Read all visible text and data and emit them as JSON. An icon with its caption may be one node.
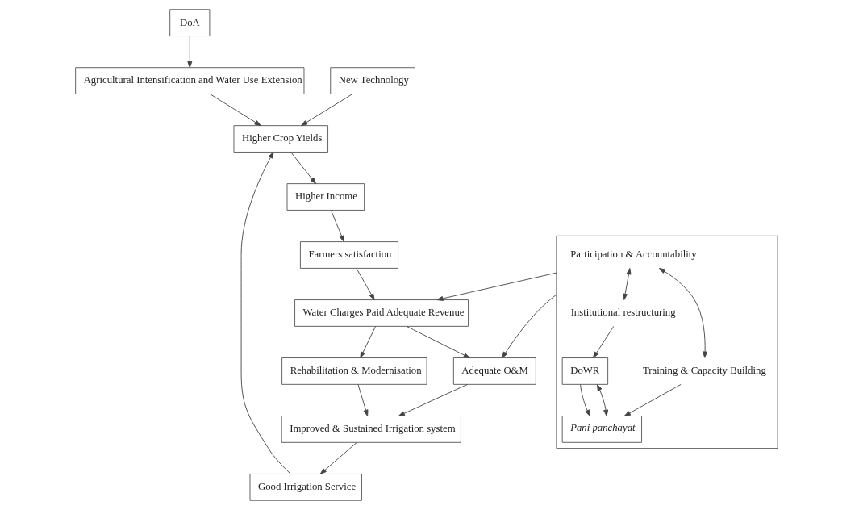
{
  "diagram": {
    "nodes": [
      {
        "text": [
          "DoA"
        ]
      },
      {
        "text": [
          "Agricultural Intensification and Water Use Extension"
        ]
      },
      {
        "text": [
          "Good Irrigation Service"
        ]
      },
      {
        "text": [
          "New Technology"
        ]
      },
      {
        "text": [
          "Improved & Sustained Irrigation system"
        ]
      },
      {
        "text": [
          "Higher Crop Yields"
        ]
      },
      {
        "text": [],
        "shape": "box"
      },
      {
        "text": [
          "Participation & Accountability"
        ],
        "in": 6
      },
      {
        "text": [
          "Institutional restructuring"
        ],
        "in": 6
      },
      {
        "text": [
          "Training & Capacity Building"
        ],
        "in": 6
      },
      {
        "text": [
          "DoWR"
        ],
        "in": 6
      },
      {
        "text": [
          "Pani panchayat"
        ],
        "in": 6
      },
      {
        "text": [
          "Rehabilitation & Modernisation"
        ]
      },
      {
        "text": [
          "Higher Income"
        ]
      },
      {
        "text": [
          "Adequate O&M"
        ]
      },
      {
        "text": [
          "Farmers satisfaction"
        ]
      },
      {
        "text": [
          "Water Charges Paid Adequate Revenue"
        ]
      }
    ],
    "edges": [
      {
        "from": 0,
        "to": 1,
        "arrow": "to"
      },
      {
        "from": 2,
        "to": 5,
        "arrow": "to"
      },
      {
        "from": 1,
        "to": 5,
        "arrow": "to"
      },
      {
        "from": 3,
        "to": 5,
        "arrow": "to"
      },
      {
        "from": 4,
        "to": 2,
        "arrow": "to"
      },
      {
        "from": 7,
        "to": 8,
        "arrow": "both"
      },
      {
        "from": 7,
        "to": 9,
        "arrow": "both"
      },
      {
        "from": 8,
        "to": 10,
        "arrow": "to"
      },
      {
        "from": 9,
        "to": 11,
        "arrow": "to"
      },
      {
        "from": 10,
        "to": 11,
        "arrow": "to"
      },
      {
        "from": 10,
        "to": 11,
        "arrow": "both"
      },
      {
        "from": 6,
        "to": 16,
        "arrow": "to"
      },
      {
        "from": 6,
        "to": 14,
        "arrow": "to"
      },
      {
        "from": 16,
        "to": 14,
        "arrow": "to"
      },
      {
        "from": 16,
        "to": 12,
        "arrow": "to"
      },
      {
        "from": 12,
        "to": 4,
        "arrow": "to"
      },
      {
        "from": 14,
        "to": 4,
        "arrow": "to"
      },
      {
        "from": 5,
        "to": 13,
        "arrow": "to"
      },
      {
        "from": 13,
        "to": 15,
        "arrow": "to"
      },
      {
        "from": 15,
        "to": 16,
        "arrow": "to"
      }
    ]
  }
}
